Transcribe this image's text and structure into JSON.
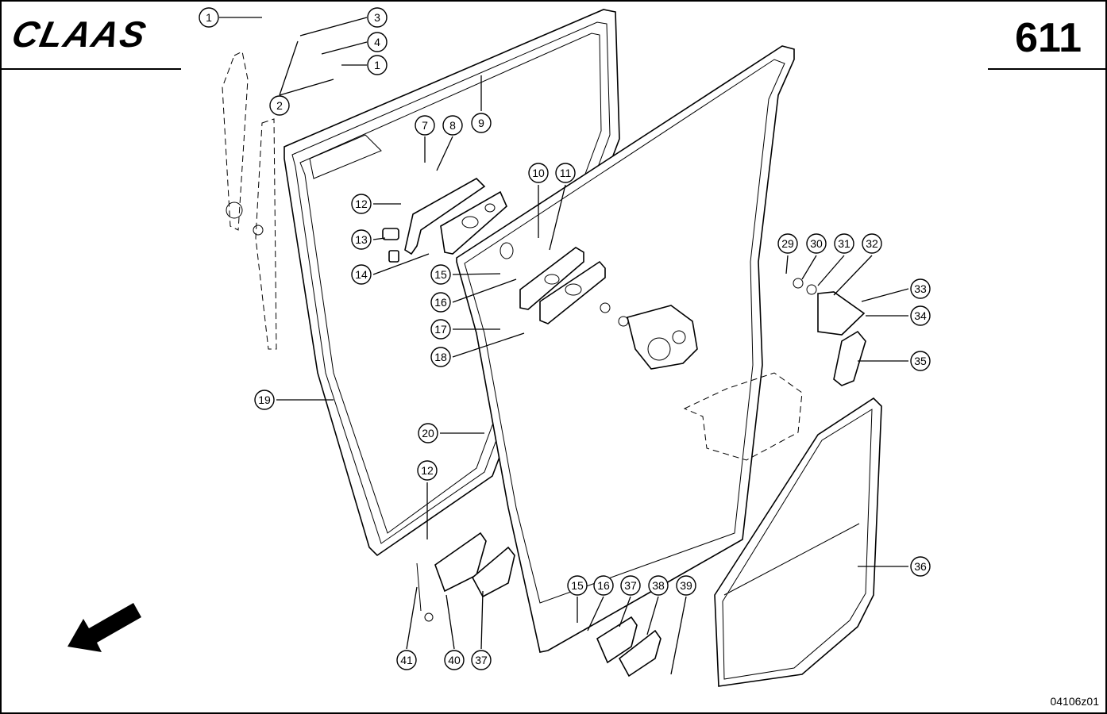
{
  "header": {
    "logo_text": "CLAAS",
    "page_number": "611"
  },
  "footer": {
    "drawing_code": "04106z01"
  },
  "callouts": [
    {
      "id": "c1a",
      "label": "1"
    },
    {
      "id": "c3",
      "label": "3"
    },
    {
      "id": "c4",
      "label": "4"
    },
    {
      "id": "c1b",
      "label": "1"
    },
    {
      "id": "c2",
      "label": "2"
    },
    {
      "id": "c7",
      "label": "7"
    },
    {
      "id": "c8",
      "label": "8"
    },
    {
      "id": "c9",
      "label": "9"
    },
    {
      "id": "c10",
      "label": "10"
    },
    {
      "id": "c11",
      "label": "11"
    },
    {
      "id": "c12a",
      "label": "12"
    },
    {
      "id": "c13",
      "label": "13"
    },
    {
      "id": "c14",
      "label": "14"
    },
    {
      "id": "c15a",
      "label": "15"
    },
    {
      "id": "c16a",
      "label": "16"
    },
    {
      "id": "c17",
      "label": "17"
    },
    {
      "id": "c18",
      "label": "18"
    },
    {
      "id": "c19",
      "label": "19"
    },
    {
      "id": "c20",
      "label": "20"
    },
    {
      "id": "c12b",
      "label": "12"
    },
    {
      "id": "c29",
      "label": "29"
    },
    {
      "id": "c30",
      "label": "30"
    },
    {
      "id": "c31",
      "label": "31"
    },
    {
      "id": "c32",
      "label": "32"
    },
    {
      "id": "c33",
      "label": "33"
    },
    {
      "id": "c34",
      "label": "34"
    },
    {
      "id": "c35",
      "label": "35"
    },
    {
      "id": "c36",
      "label": "36"
    },
    {
      "id": "c15b",
      "label": "15"
    },
    {
      "id": "c16b",
      "label": "16"
    },
    {
      "id": "c37a",
      "label": "37"
    },
    {
      "id": "c38",
      "label": "38"
    },
    {
      "id": "c39",
      "label": "39"
    },
    {
      "id": "c41",
      "label": "41"
    },
    {
      "id": "c40",
      "label": "40"
    },
    {
      "id": "c37b",
      "label": "37"
    }
  ]
}
